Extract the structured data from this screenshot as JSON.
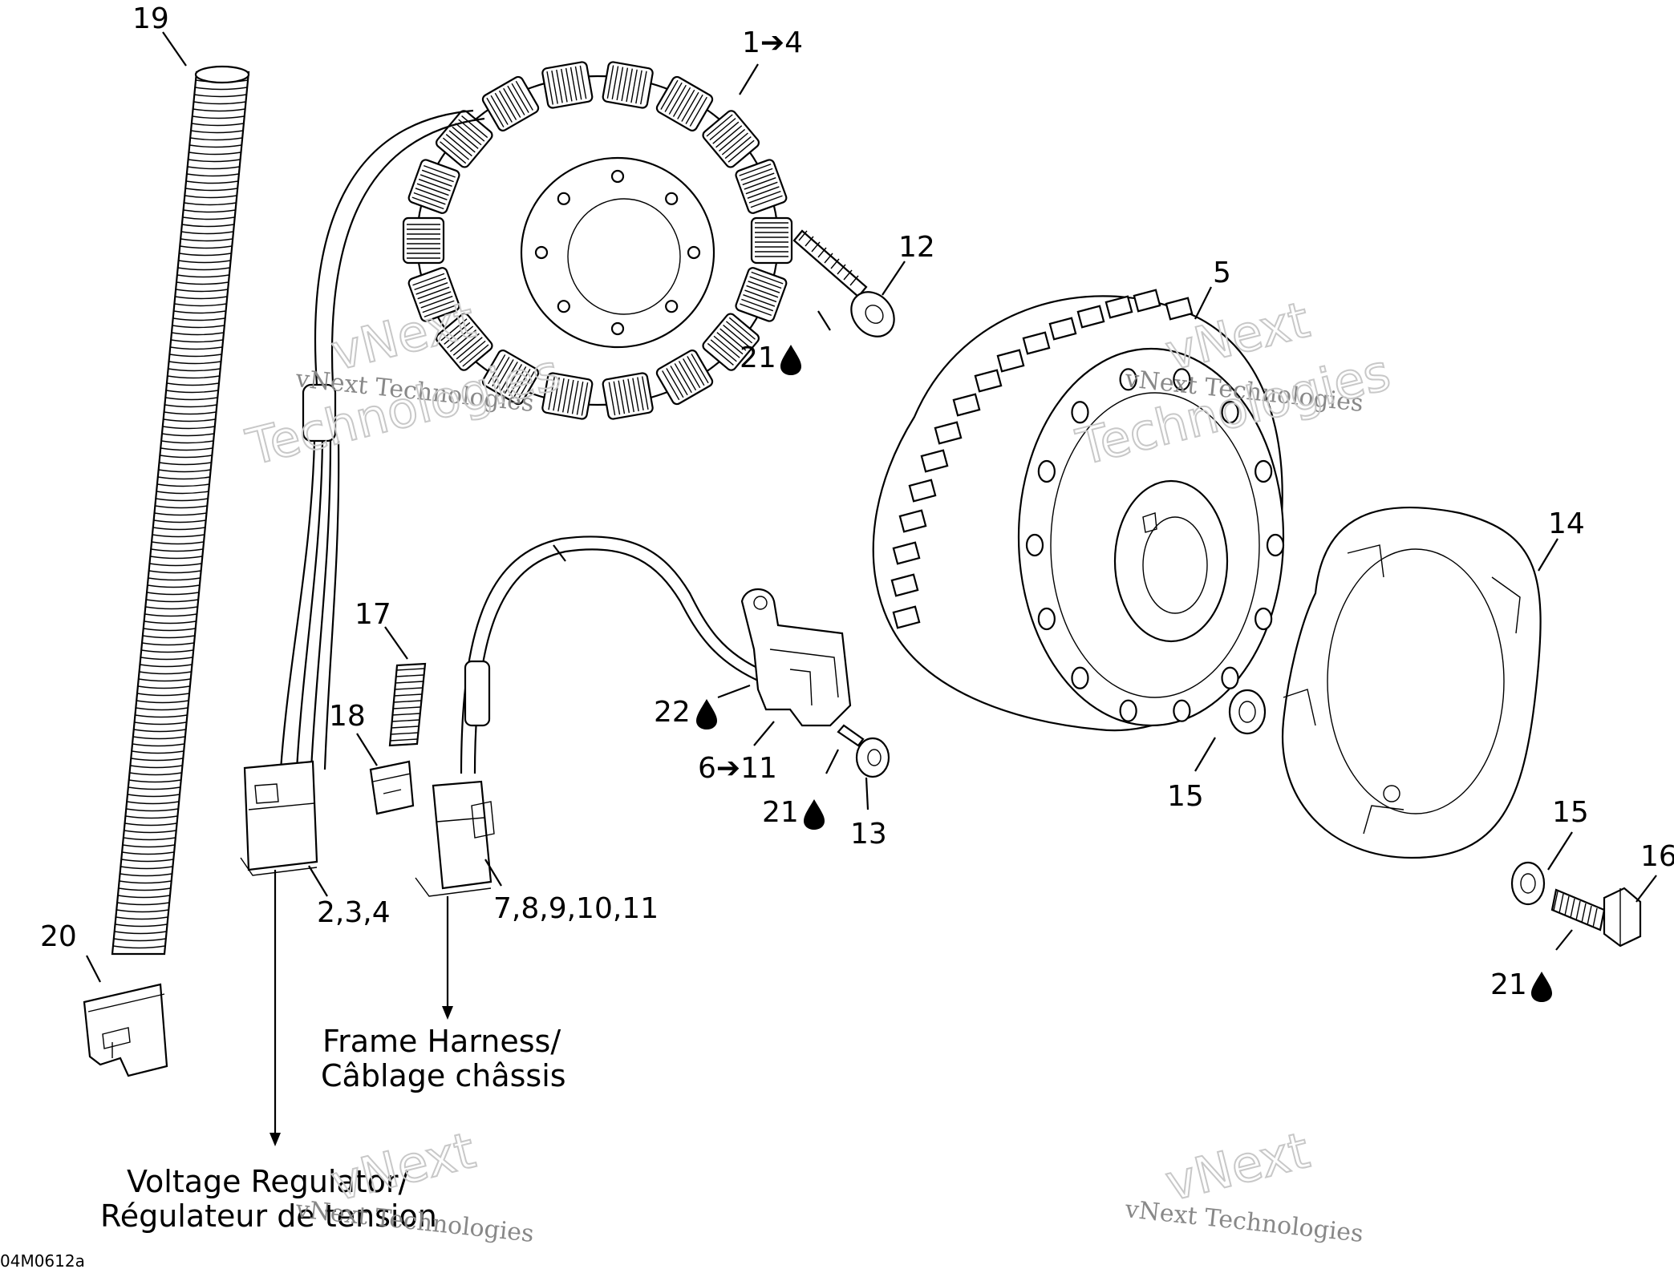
{
  "labels": {
    "l19": "19",
    "l1_4": "1➔4",
    "l12": "12",
    "l21a": "21",
    "l5": "5",
    "l14": "14",
    "l17": "17",
    "l18": "18",
    "l22": "22",
    "l6_11": "6➔11",
    "l21b": "21",
    "l13": "13",
    "l15a": "15",
    "l15b": "15",
    "l16": "16",
    "l21c": "21",
    "l2_3_4": "2,3,4",
    "l7_11": "7,8,9,10,11",
    "l20": "20"
  },
  "captions": {
    "frame_harness_en": "Frame Harness/",
    "frame_harness_fr": "Câblage châssis",
    "voltage_regulator_en": "Voltage Regulator/",
    "voltage_regulator_fr": "Régulateur de tension"
  },
  "drawing_code": "04M0612a",
  "watermark": {
    "small": "vNext Technologies",
    "line1": "vNext",
    "line2": "Technologies"
  },
  "icons": {
    "arrow": "right-arrow-icon",
    "lubricant": "drop-icon"
  },
  "colors": {
    "ink": "#000000",
    "watermark": "#c8c8c8"
  }
}
